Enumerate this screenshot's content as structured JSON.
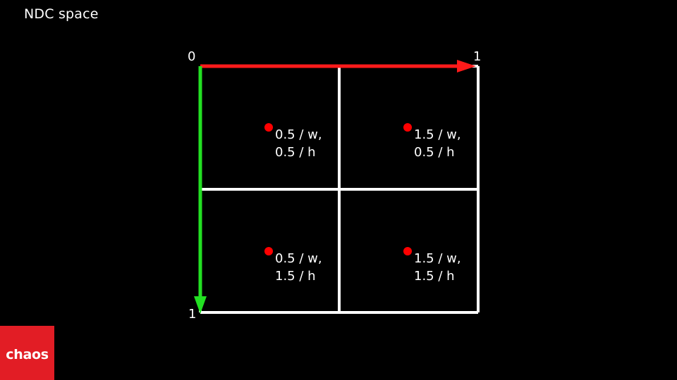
{
  "title": "NDC space",
  "axis_labels": {
    "origin": "0",
    "x_end": "1",
    "y_end": "1"
  },
  "cells": [
    {
      "line1": "0.5 / w,",
      "line2": "0.5 / h"
    },
    {
      "line1": "1.5 / w,",
      "line2": "0.5 / h"
    },
    {
      "line1": "0.5 / w,",
      "line2": "1.5 / h"
    },
    {
      "line1": "1.5 / w,",
      "line2": "1.5 / h"
    }
  ],
  "logo": "chaos",
  "colors": {
    "x_axis": "#ff1a1a",
    "y_axis": "#22e022",
    "grid": "#ffffff",
    "sample_point": "#ff0000",
    "logo_bg": "#e21d25",
    "background": "#000000"
  }
}
